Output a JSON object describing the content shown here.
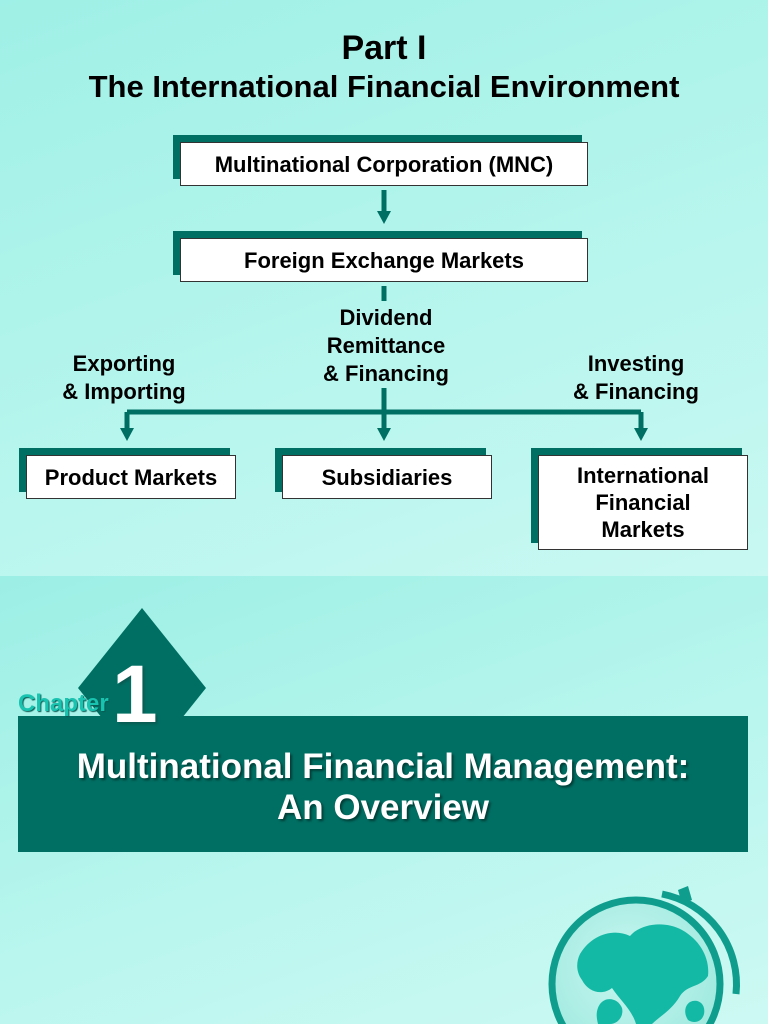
{
  "slide1": {
    "title_line1": "Part I",
    "title_line2": "The International Financial Environment",
    "boxes": {
      "mnc": "Multinational Corporation (MNC)",
      "fx": "Foreign Exchange Markets",
      "product": "Product Markets",
      "subsidiaries": "Subsidiaries",
      "ifm": [
        "International",
        "Financial",
        "Markets"
      ]
    },
    "labels": {
      "exporting": [
        "Exporting",
        "& Importing"
      ],
      "dividend": [
        "Dividend",
        "Remittance",
        "& Financing"
      ],
      "investing": [
        "Investing",
        "& Financing"
      ]
    }
  },
  "slide2": {
    "chapter_word": "Chapter",
    "chapter_number": "1",
    "title_line1": "Multinational Financial Management:",
    "title_line2": "An Overview"
  },
  "colors": {
    "accent": "#006f63",
    "background": "#b2f4ec",
    "globe": "#13b9a5"
  },
  "icons": {
    "decoration": "globe-icon"
  }
}
